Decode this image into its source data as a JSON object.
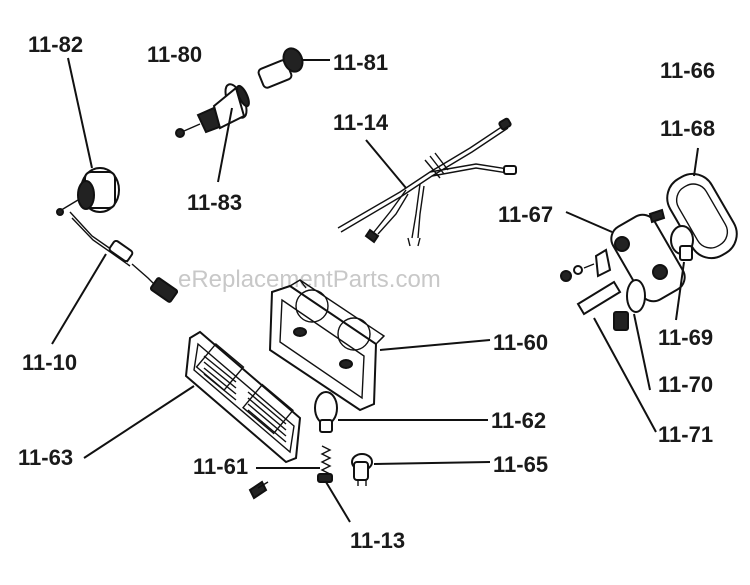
{
  "watermark": "eReplacementParts.com",
  "labels": {
    "l1182": "11-82",
    "l1180": "11-80",
    "l1181": "11-81",
    "l1183": "11-83",
    "l1114": "11-14",
    "l1166": "11-66",
    "l1168": "11-68",
    "l1167": "11-67",
    "l1110": "11-10",
    "l1160": "11-60",
    "l1169": "11-69",
    "l1170": "11-70",
    "l1162": "11-62",
    "l1171": "11-71",
    "l1163": "11-63",
    "l1161": "11-61",
    "l1165": "11-65",
    "l1113": "11-13"
  }
}
